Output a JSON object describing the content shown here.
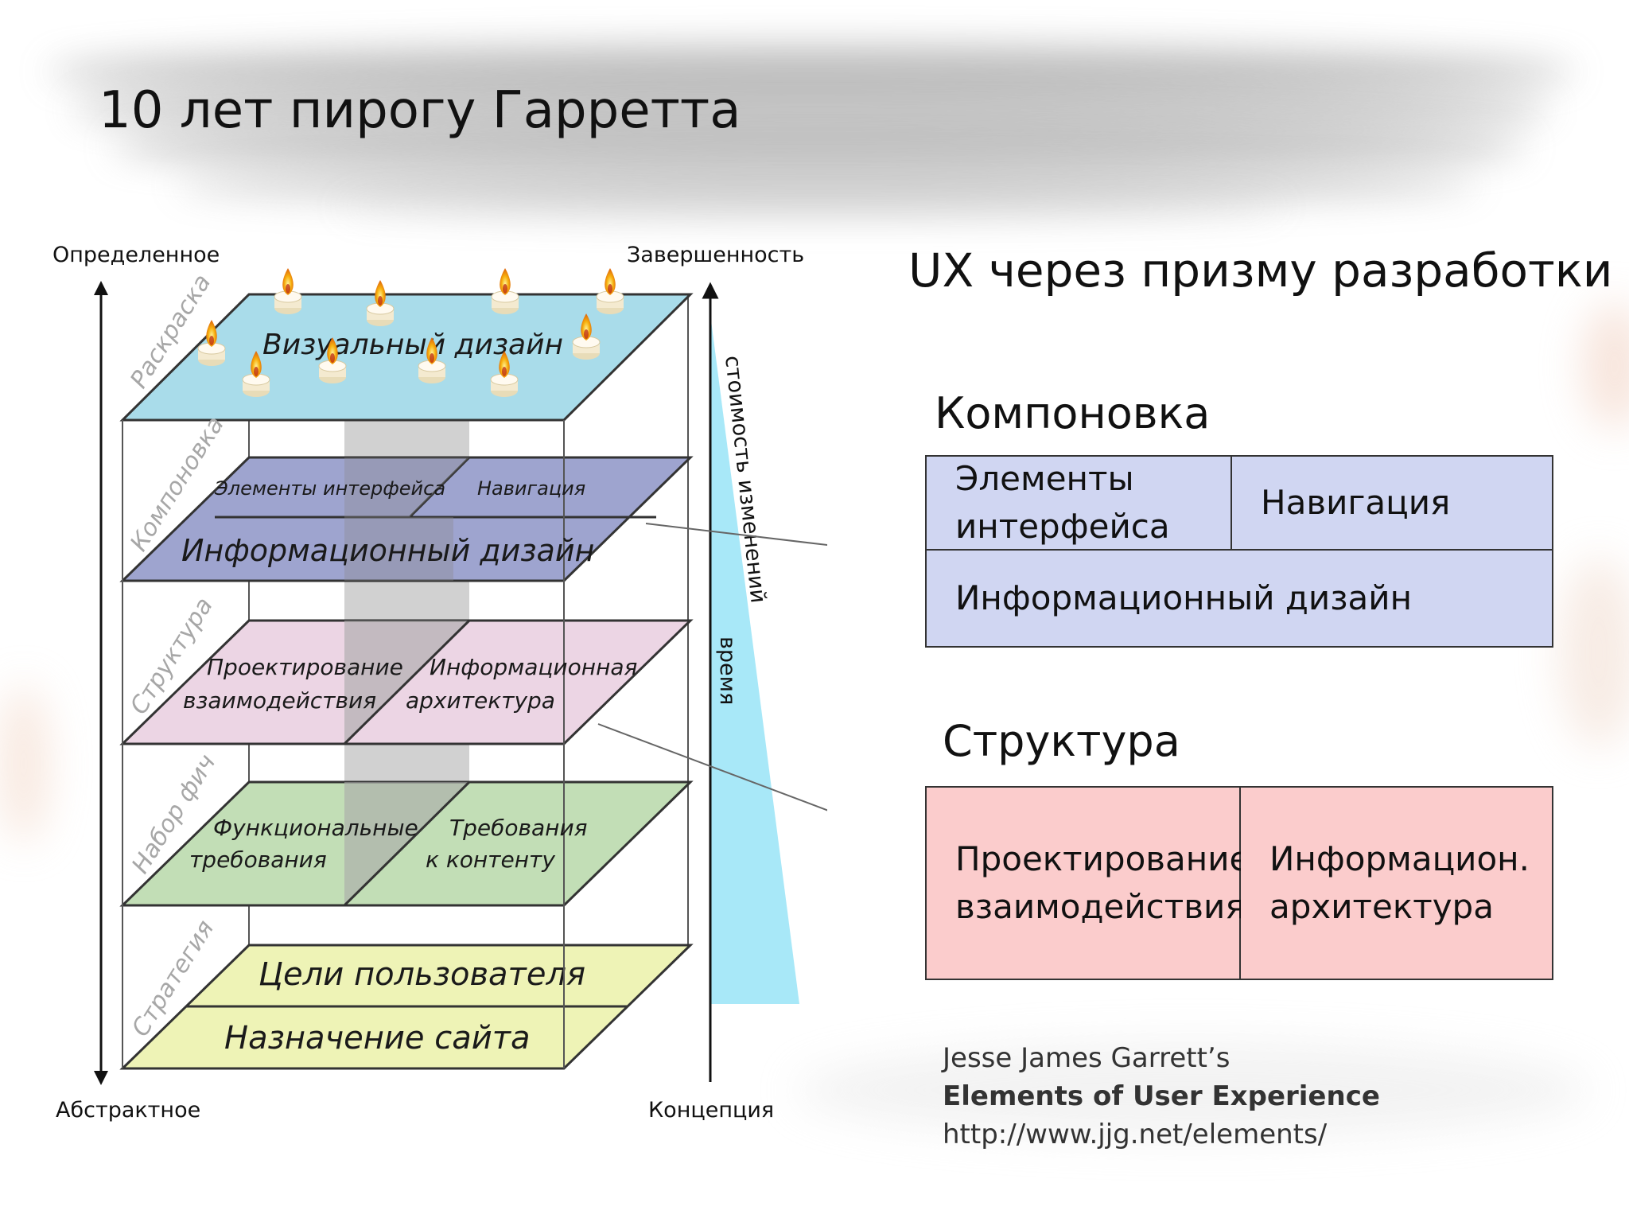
{
  "title": "10 лет пирогу Гарретта",
  "subtitle": "UX через призму разработки",
  "left_axis": {
    "top_label": "Определенное",
    "bottom_label": "Абстрактное"
  },
  "right_axis": {
    "top_label": "Завершенность",
    "bottom_label": "Концепция",
    "cost_label": "стоимость изменений",
    "time_label": "время"
  },
  "pie_planes": [
    {
      "side_label": "Раскраска",
      "color": "#a9dcea",
      "cells": [
        "Визуальный дизайн"
      ]
    },
    {
      "side_label": "Компоновка",
      "color": "#9ea4cf",
      "cells": [
        "Элементы интерфейса",
        "Навигация",
        "Информационный дизайн"
      ]
    },
    {
      "side_label": "Структура",
      "color": "#ecd5e4",
      "cells": [
        "Проектирование взаимодействия",
        "Информационная архитектура"
      ]
    },
    {
      "side_label": "Набор фич",
      "color": "#c2deb6",
      "cells": [
        "Функциональные требования",
        "Требования к контенту"
      ]
    },
    {
      "side_label": "Стратегия",
      "color": "#eef3b6",
      "cells": [
        "Цели пользователя",
        "Назначение сайта"
      ]
    }
  ],
  "layout_section": {
    "heading": "Компоновка",
    "cells": [
      "Элементы\nинтерфейса",
      "Навигация",
      "Информационный дизайн"
    ]
  },
  "structure_section": {
    "heading": "Структура",
    "cells": [
      "Проектирование\nвзаимодействия",
      "Информацион.\nархитектура"
    ]
  },
  "credits": {
    "author": "Jesse James Garrett’s",
    "book": "Elements of User Experience",
    "url": "http://www.jjg.net/elements/"
  },
  "colors": {
    "visual": "#a9dcea",
    "layout": "#9ea4cf",
    "layout_box": "#d0d6f2",
    "structure": "#ecd5e4",
    "structure_box": "#fbcccc",
    "features": "#c2deb6",
    "strategy": "#eef3b6",
    "cost_wedge": "#a8e8f8"
  },
  "decorations": {
    "candle_icon_count": 10
  }
}
